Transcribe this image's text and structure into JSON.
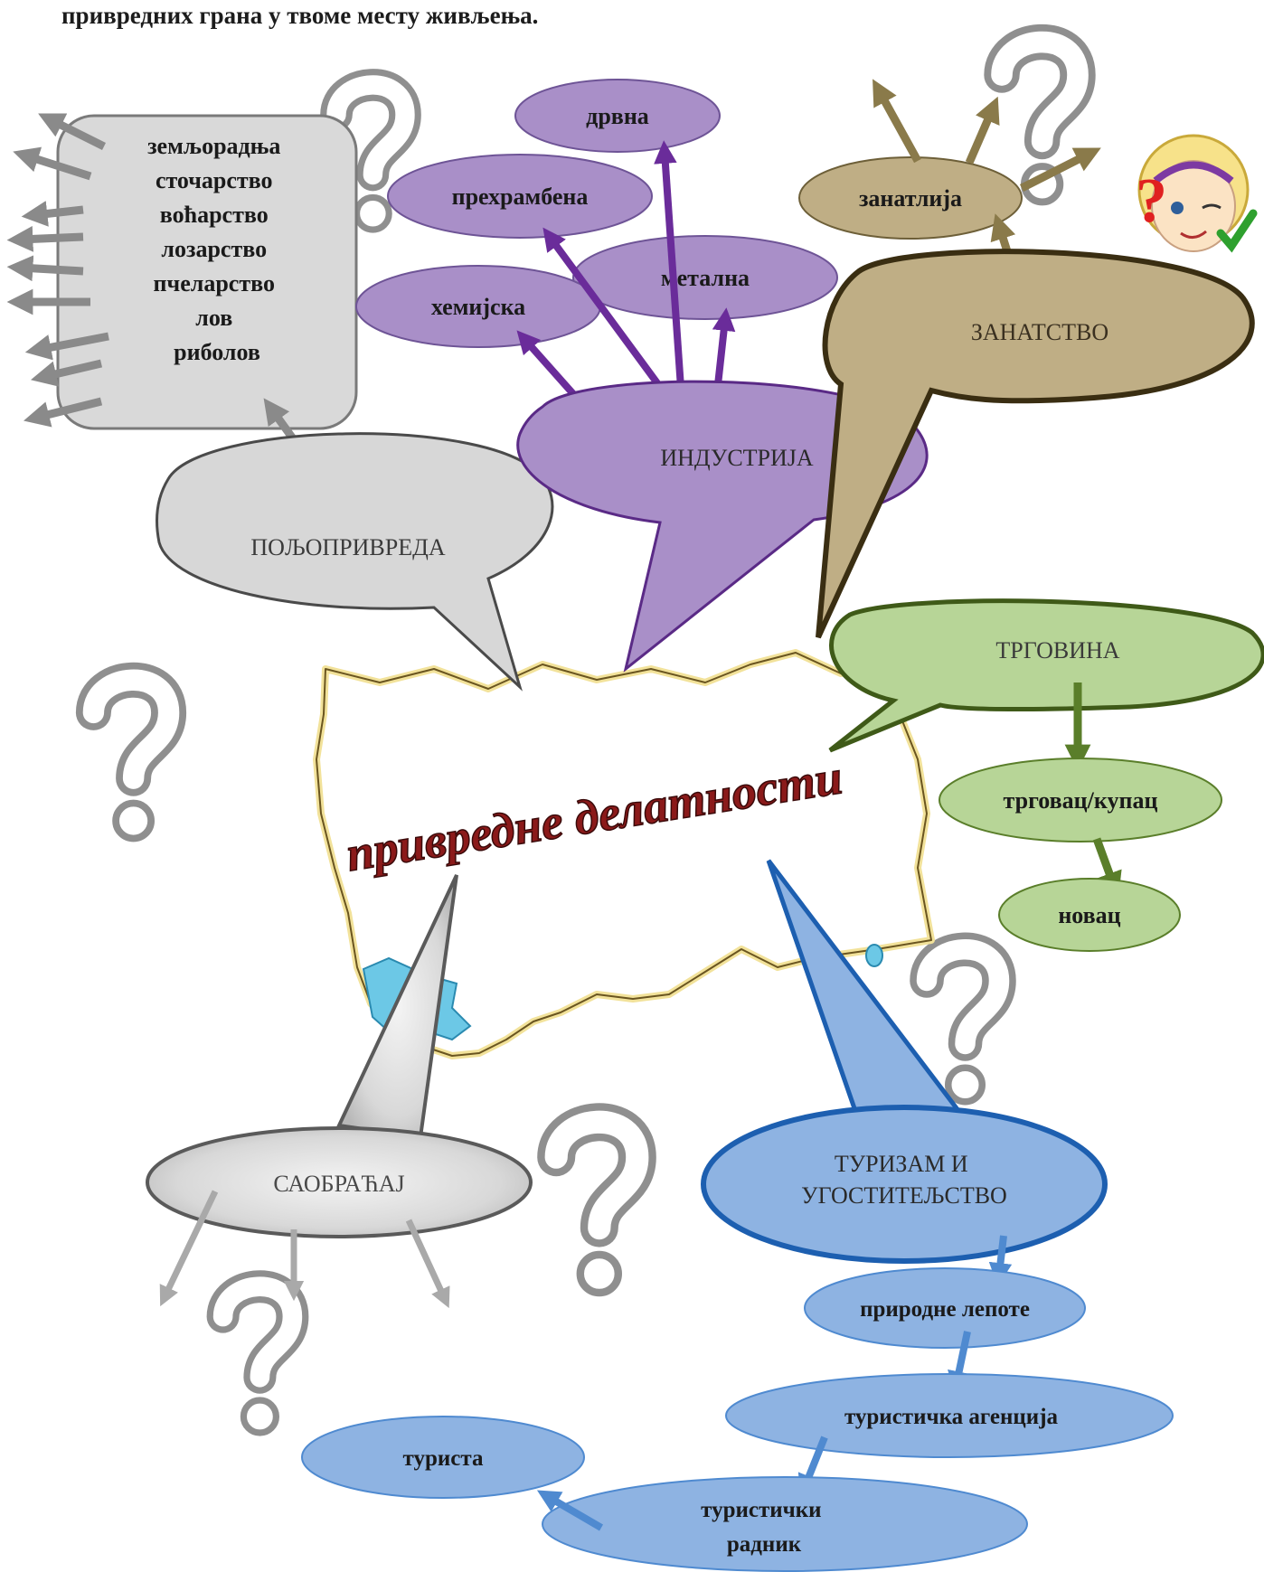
{
  "header_text": "привредних грана у твоме месту живљења.",
  "center_title": "привредне делатности",
  "agriculture": {
    "label": "ПОЉОПРИВРЕДА",
    "items": [
      "земљорадња",
      "сточарство",
      "воћарство",
      "лозарство",
      "пчеларство",
      "лов",
      "риболов"
    ]
  },
  "industry": {
    "label": "ИНДУСТРИЈА",
    "branches": [
      "дрвна",
      "прехрамбена",
      "метална",
      "хемијска"
    ]
  },
  "crafts": {
    "label": "ЗАНАТСТВО",
    "child": "занатлија"
  },
  "trade": {
    "label": "ТРГОВИНА",
    "children": [
      "трговац/купац",
      "новац"
    ]
  },
  "transport": {
    "label": "САОБРАЋАЈ"
  },
  "tourism": {
    "label_line1": "ТУРИЗАМ И",
    "label_line2": "УГОСТИТЕЉСТВО",
    "chain": [
      "природне лепоте",
      "туристичка агенција",
      "туристички",
      "радник",
      "туриста"
    ]
  },
  "colors": {
    "industry": "#a98fc8",
    "industry_arrow": "#6a2c9a",
    "crafts": "#bfae85",
    "crafts_dark": "#3a2e12",
    "trade": "#b7d597",
    "trade_dark": "#4a6a1d",
    "tourism": "#8eb3e2",
    "tourism_dark": "#1d5fb0",
    "agri": "#d9d9d9",
    "qmark": "#a8a8a8",
    "title": "#8b1a1a"
  }
}
